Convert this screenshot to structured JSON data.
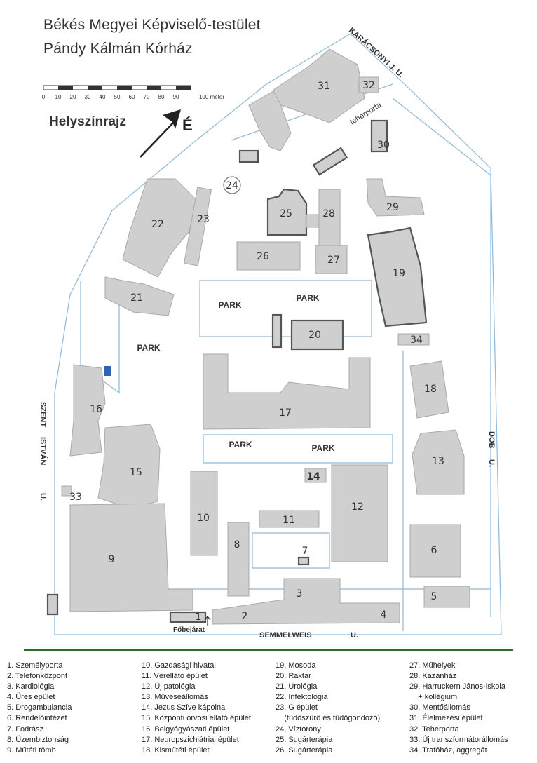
{
  "title_line1": "Békés Megyei Képviselő-testület",
  "title_line2": "Pándy Kálmán Kórház",
  "scale": {
    "ticks": [
      "0",
      "10",
      "20",
      "30",
      "40",
      "50",
      "60",
      "70",
      "80",
      "90"
    ],
    "unit_label": "100 méter"
  },
  "helyszinrajz": "Helyszínrajz",
  "north_label": "É",
  "streets": {
    "karacsonyi": "KARÁCSONYI J. U.",
    "szent_istvan_1": "SZENT",
    "szent_istvan_2": "ISTVÁN",
    "szent_istvan_3": "U.",
    "dob_1": "DOB",
    "dob_2": "U.",
    "semmelweis": "SEMMELWEIS",
    "semmelweis_u": "U.",
    "teherporta": "teherporta",
    "fobejarat": "Főbejárat"
  },
  "parks": [
    "PARK",
    "PARK",
    "PARK",
    "PARK",
    "PARK"
  ],
  "buildings": {
    "b1": "1",
    "b2": "2",
    "b3": "3",
    "b4": "4",
    "b5": "5",
    "b6": "6",
    "b7": "7",
    "b8": "8",
    "b9": "9",
    "b10": "10",
    "b11": "11",
    "b12": "12",
    "b13": "13",
    "b14": "14",
    "b15": "15",
    "b16": "16",
    "b17": "17",
    "b18": "18",
    "b19": "19",
    "b20": "20",
    "b21": "21",
    "b22": "22",
    "b23": "23",
    "b24": "24",
    "b25": "25",
    "b26": "26",
    "b27": "27",
    "b28": "28",
    "b29": "29",
    "b30": "30",
    "b31": "31",
    "b32": "32",
    "b33": "33",
    "b34": "34"
  },
  "legend": {
    "col1": [
      "1. Személyporta",
      "2. Telefonközpont",
      "3. Kardiológia",
      "4. Üres épület",
      "5. Drogambulancia",
      "6. Rendelőintézet",
      "7. Fodrász",
      "8. Üzembiztonság",
      "9. Műtéti tömb"
    ],
    "col2": [
      "10. Gazdasági hivatal",
      "11. Vérellátó épület",
      "12. Új patológia",
      "13. Műveseállomás",
      "14. Jézus Szíve kápolna",
      "15. Központi orvosi ellátó épület",
      "16. Belgyógyászati épület",
      "17. Neuropszichiátriai épület",
      "18. Kisműtéti épület"
    ],
    "col3": [
      "19. Mosoda",
      "20. Raktár",
      "21. Urológia",
      "22. Infektológia",
      "23. G épület",
      "    (tüdőszűrő és tüdőgondozó)",
      "24. Víztorony",
      "25. Sugárterápia",
      "26. Sugárterápia"
    ],
    "col4": [
      "27. Műhelyek",
      "28. Kazánház",
      "29. Harruckern János-iskola",
      "    + kollégium",
      "30. Mentőállomás",
      "31. Élelmezési épület",
      "32. Teherporta",
      "33. Új transzformátorállomás",
      "34. Trafóház, aggregát"
    ]
  },
  "colors": {
    "building": "#cfcfcf",
    "outline": "#555555",
    "road": "#8fb8d8",
    "accent_blue": "#2f62b0",
    "divider": "#2d6b2d"
  }
}
